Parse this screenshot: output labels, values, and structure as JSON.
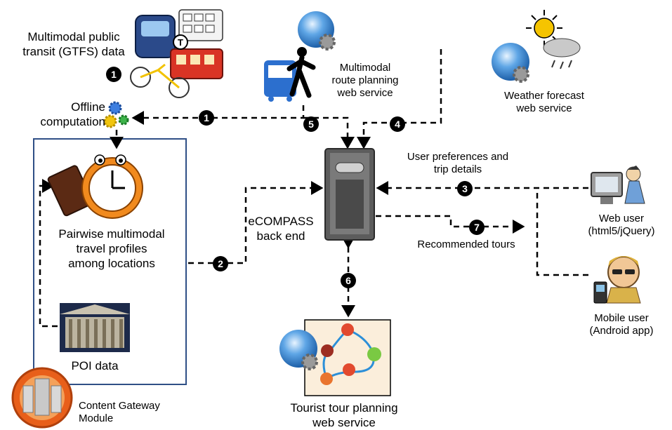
{
  "nodes": {
    "gtfs": "Multimodal public\ntransit (GTFS) data",
    "offline": "Offline\ncomputation",
    "route_ws": "Multimodal\nroute planning\nweb service",
    "weather_ws": "Weather forecast\nweb service",
    "prefs": "User preferences and\ntrip details",
    "backend": "eCOMPASS\nback end",
    "profiles": "Pairwise multimodal\ntravel profiles\namong locations",
    "poi": "POI data",
    "gateway": "Content Gateway\nModule",
    "web_user": "Web user\n(html5/jQuery)",
    "mobile_user": "Mobile user\n(Android app)",
    "recommended": "Recommended tours",
    "tour_ws": "Tourist tour planning\nweb service"
  },
  "badges": {
    "b1a": "1",
    "b1b": "1",
    "b2": "2",
    "b3": "3",
    "b4": "4",
    "b5": "5",
    "b6": "6",
    "b7": "7"
  },
  "colors": {
    "module_border": "#2f4f86",
    "arrow": "#000000",
    "globe": "#3a86d6",
    "server": "#5c5c5c"
  }
}
